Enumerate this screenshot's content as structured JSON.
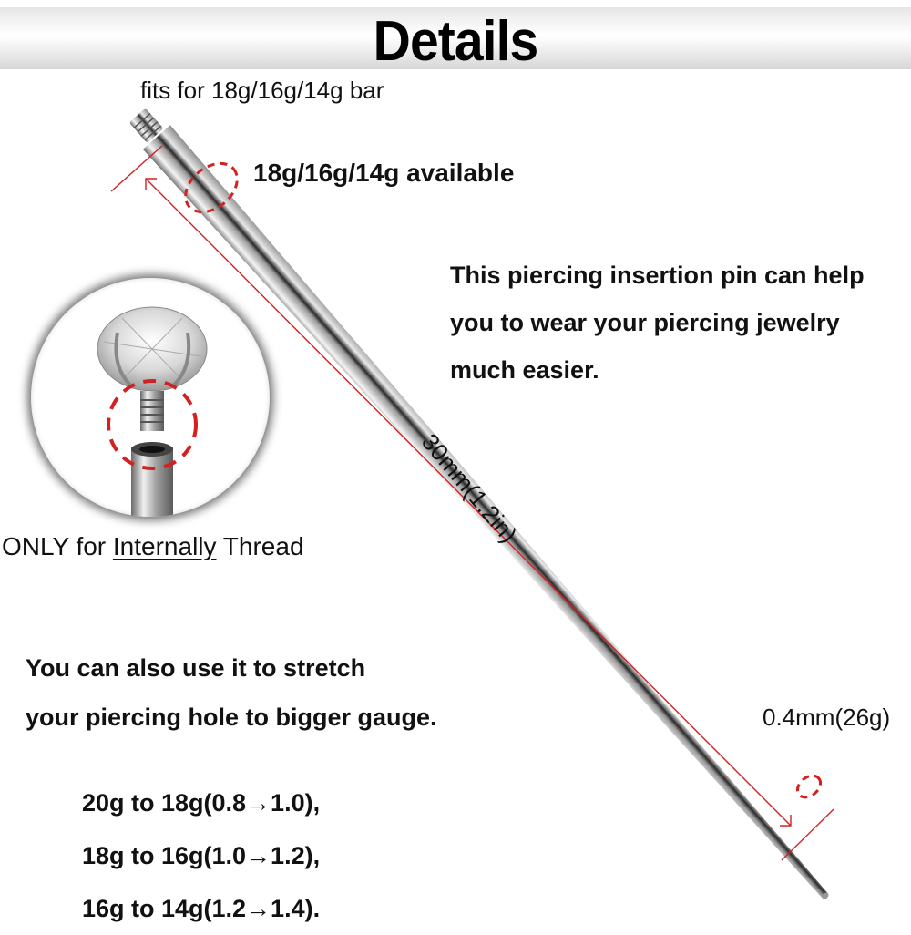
{
  "banner": {
    "title": "Details"
  },
  "labels": {
    "fits_for": "fits for 18g/16g/14g bar",
    "available": "18g/16g/14g available",
    "length": "30mm(1.2in)",
    "tip_size": "0.4mm(26g)",
    "only_prefix": "ONLY for ",
    "only_underlined": "Internally",
    "only_suffix": " Thread"
  },
  "description": {
    "lines": [
      "This piercing insertion pin can help",
      "you to wear your piercing jewelry",
      "much easier."
    ]
  },
  "stretch": {
    "lines": [
      "You can also use it to stretch",
      "your piercing hole to bigger gauge."
    ]
  },
  "gauge_steps": [
    "20g to 18g(0.8→1.0),",
    "18g to 16g(1.0→1.2),",
    "16g to 14g(1.2→1.4)."
  ],
  "colors": {
    "annotation_red": "#d42020",
    "metal": "#c8c8c8"
  }
}
